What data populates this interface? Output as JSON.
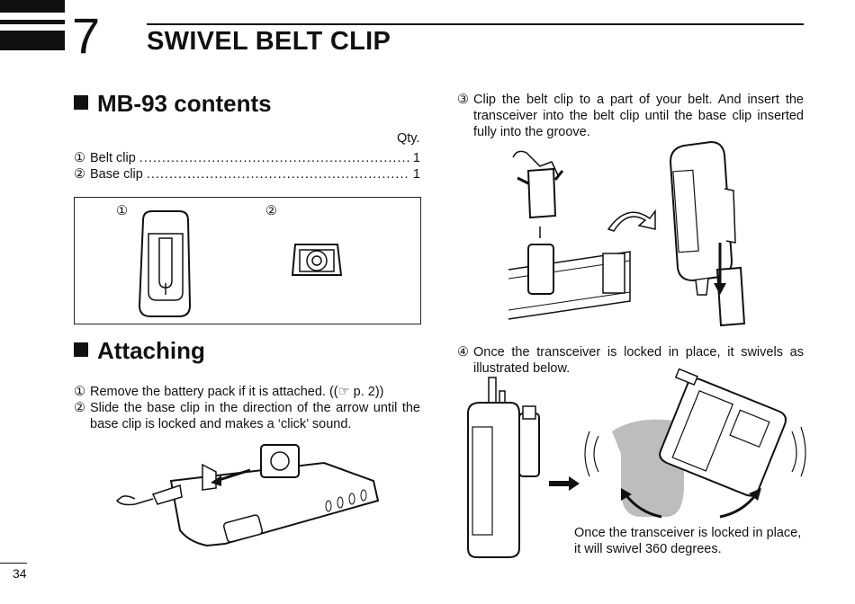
{
  "chapter": {
    "number": "7",
    "title": "SWIVEL BELT CLIP"
  },
  "contents": {
    "heading": "MB-93 contents",
    "qty_label": "Qty.",
    "items": [
      {
        "marker": "①",
        "name": "Belt clip",
        "qty": "1"
      },
      {
        "marker": "②",
        "name": "Base clip",
        "qty": "1"
      }
    ],
    "fig_markers": [
      "①",
      "②"
    ]
  },
  "attaching": {
    "heading": "Attaching",
    "steps": [
      {
        "marker": "①",
        "text": "Remove the battery pack if it is attached. ((☞ p. 2))"
      },
      {
        "marker": "②",
        "text": "Slide the base clip in the direction of the arrow until the base clip is locked and makes a ‘click’ sound."
      },
      {
        "marker": "③",
        "text": "Clip the belt clip to a part of your belt. And insert the transceiver into the belt clip until the base clip inserted fully into the groove."
      },
      {
        "marker": "④",
        "text": "Once the transceiver is locked in place, it swivels as illustrated below."
      }
    ]
  },
  "caption": {
    "line1": "Once the transceiver is locked in place,",
    "line2": "it will swivel 360 degrees."
  },
  "page_number": "34"
}
